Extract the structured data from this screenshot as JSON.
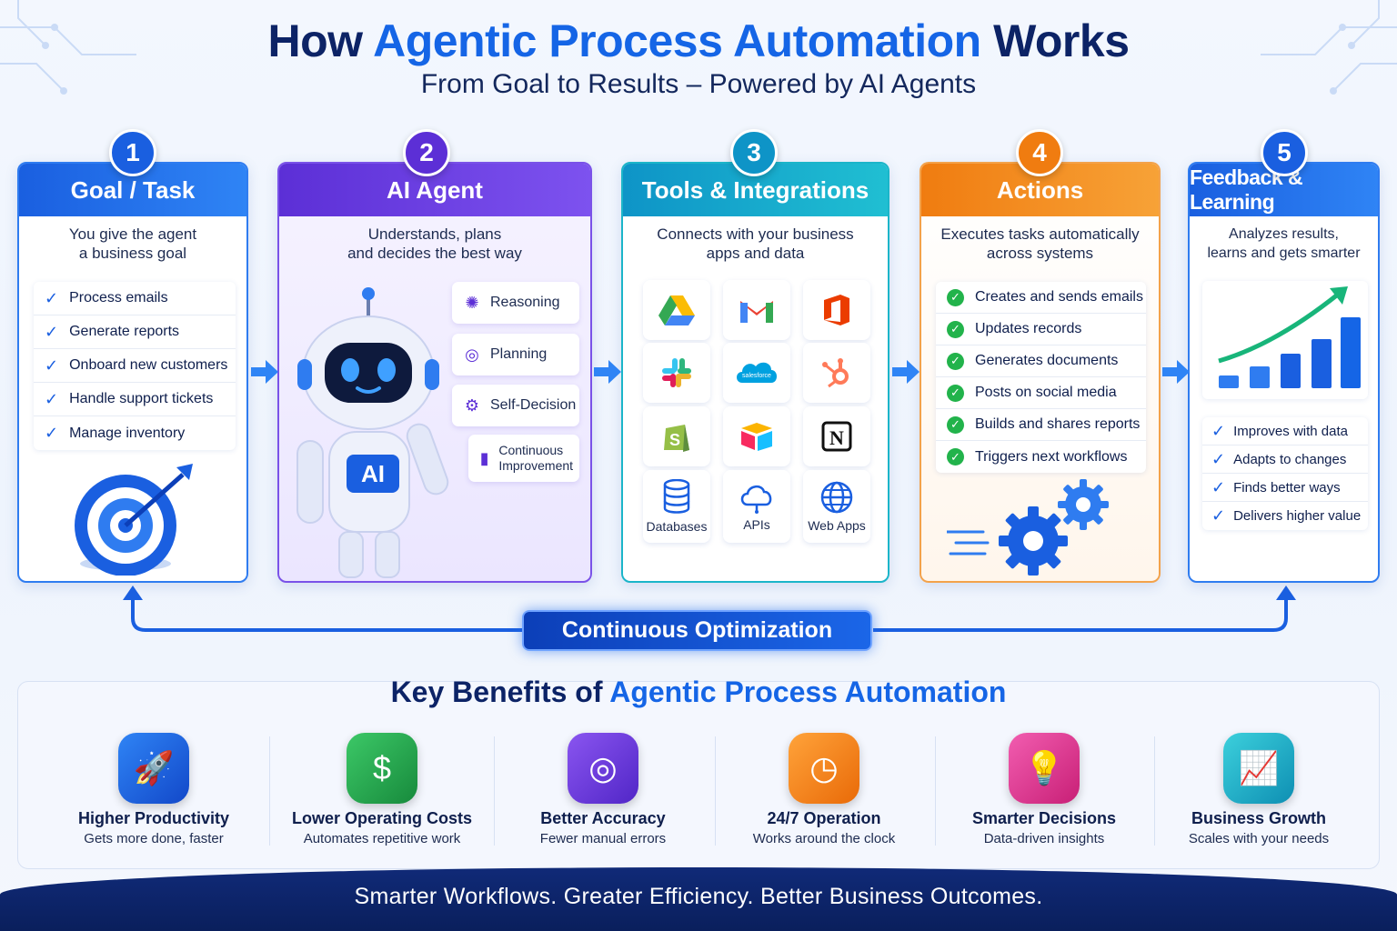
{
  "title": {
    "lead": "How",
    "accent": "Agentic Process Automation",
    "tail": "Works"
  },
  "subtitle": "From Goal to Results – Powered by AI Agents",
  "steps": [
    {
      "number": "1",
      "title": "Goal / Task",
      "color": "#1a5fe0",
      "description": [
        "You give the agent",
        "a business goal"
      ],
      "items": [
        "Process emails",
        "Generate reports",
        "Onboard new customers",
        "Handle support tickets",
        "Manage inventory"
      ]
    },
    {
      "number": "2",
      "title": "AI Agent",
      "color": "#5c2fd6",
      "description": [
        "Understands, plans",
        "and decides the best way"
      ],
      "robot_label": "AI",
      "capabilities": [
        {
          "icon": "brain-icon",
          "label": "Reasoning"
        },
        {
          "icon": "planning-icon",
          "label": "Planning"
        },
        {
          "icon": "gear-icon",
          "label": "Self-Decision"
        },
        {
          "icon": "bar-chart-icon",
          "label": "Continuous Improvement"
        }
      ]
    },
    {
      "number": "3",
      "title": "Tools & Integrations",
      "color": "#0e94c7",
      "description": [
        "Connects with your business",
        "apps and data"
      ],
      "tools": [
        {
          "icon": "google-drive-icon",
          "label": ""
        },
        {
          "icon": "gmail-icon",
          "label": ""
        },
        {
          "icon": "office-icon",
          "label": ""
        },
        {
          "icon": "slack-icon",
          "label": ""
        },
        {
          "icon": "salesforce-icon",
          "label": "salesforce"
        },
        {
          "icon": "hubspot-icon",
          "label": ""
        },
        {
          "icon": "shopify-icon",
          "label": ""
        },
        {
          "icon": "airtable-icon",
          "label": ""
        },
        {
          "icon": "notion-icon",
          "label": ""
        },
        {
          "icon": "database-icon",
          "label": "Databases"
        },
        {
          "icon": "cloud-api-icon",
          "label": "APIs"
        },
        {
          "icon": "globe-icon",
          "label": "Web Apps"
        }
      ]
    },
    {
      "number": "4",
      "title": "Actions",
      "color": "#f07c10",
      "description": [
        "Executes tasks automatically",
        "across systems"
      ],
      "items": [
        "Creates and sends emails",
        "Updates records",
        "Generates documents",
        "Posts on social media",
        "Builds and shares reports",
        "Triggers next workflows"
      ]
    },
    {
      "number": "5",
      "title": "Feedback & Learning",
      "color": "#1a5fe0",
      "description": [
        "Analyzes results,",
        "learns and gets smarter"
      ],
      "items": [
        "Improves with data",
        "Adapts to changes",
        "Finds better ways",
        "Delivers higher value"
      ]
    }
  ],
  "optimization_label": "Continuous Optimization",
  "benefits_title": {
    "lead": "Key Benefits of",
    "accent": "Agentic Process Automation"
  },
  "benefits": [
    {
      "icon": "rocket-icon",
      "color": "#1a5fe0",
      "title": "Higher Productivity",
      "subtitle": "Gets more done, faster"
    },
    {
      "icon": "money-icon",
      "color": "#1fa84a",
      "title": "Lower Operating Costs",
      "subtitle": "Automates repetitive work"
    },
    {
      "icon": "target-icon",
      "color": "#6a35dc",
      "title": "Better Accuracy",
      "subtitle": "Fewer manual errors"
    },
    {
      "icon": "clock-icon",
      "color": "#f07c10",
      "title": "24/7 Operation",
      "subtitle": "Works around the clock"
    },
    {
      "icon": "lightbulb-icon",
      "color": "#e0338f",
      "title": "Smarter Decisions",
      "subtitle": "Data-driven insights"
    },
    {
      "icon": "growth-chart-icon",
      "color": "#14a9c4",
      "title": "Business Growth",
      "subtitle": "Scales with your needs"
    }
  ],
  "footer": "Smarter Workflows.  Greater Efficiency.  Better Business Outcomes."
}
